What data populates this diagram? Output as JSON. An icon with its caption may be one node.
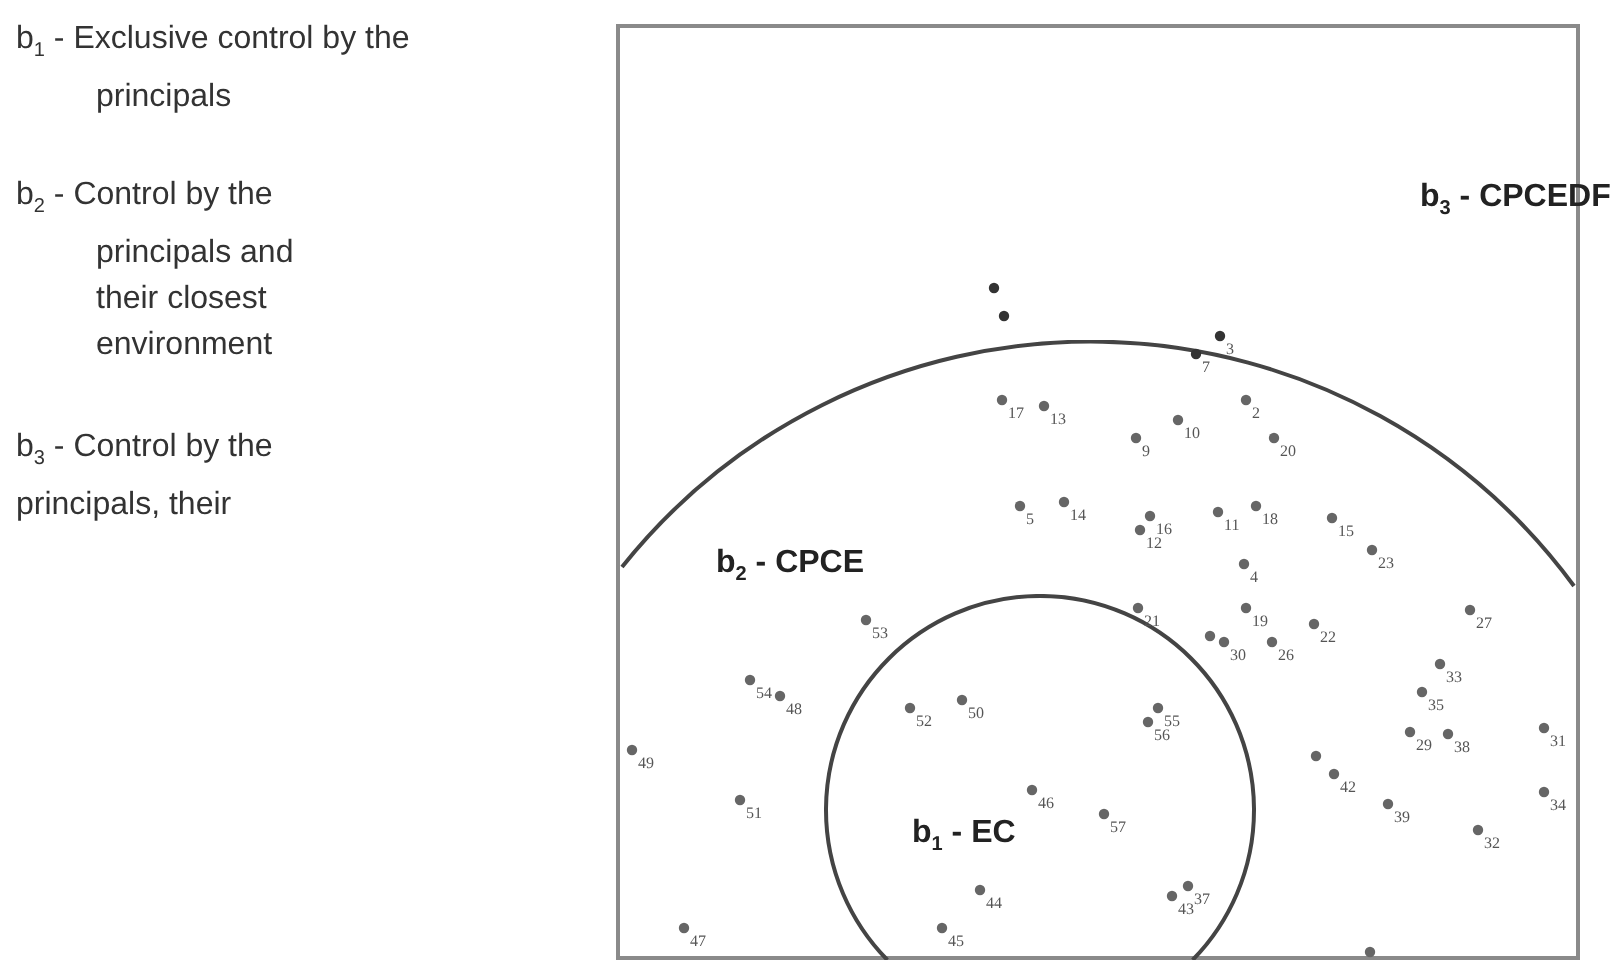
{
  "diagram": {
    "nodes": [
      {
        "text": [
          "b$_{3}$ - CPCEDF"
        ]
      },
      {
        "text": [
          "b$_{2}$ - CPCE"
        ],
        "in": 0
      },
      {
        "text": [
          "b$_{1}$ - EC"
        ],
        "in": 1
      }
    ],
    "labels": [
      "b$_{1}$ - Exclusive control by the principals",
      "b$_{2}$ - Control by the principals and their closest environment",
      "b$_{3}$ - Control by the principals, their",
      "3",
      "7",
      "17",
      "2",
      "13",
      "10",
      "9",
      "20",
      "14",
      "5",
      "18",
      "11",
      "16",
      "15",
      "12",
      "23",
      "4",
      "21",
      "19",
      "27",
      "53",
      "22",
      "30",
      "26",
      "33",
      "54",
      "35",
      "48",
      "50",
      "52",
      "55",
      "56",
      "31",
      "29",
      "38",
      "49",
      "42",
      "46",
      "34",
      "51",
      "39",
      "57",
      "32",
      "37",
      "44",
      "43",
      "47",
      "45"
    ]
  }
}
